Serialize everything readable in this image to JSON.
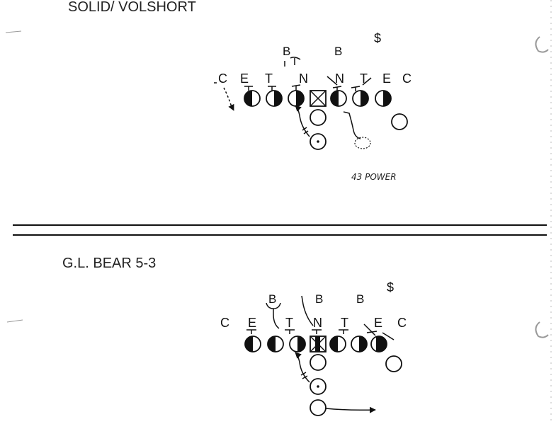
{
  "play_top": {
    "title": "SOLID/ VOLSHORT",
    "safety": "$",
    "backers": [
      "B",
      "B"
    ],
    "front": [
      "C",
      "E",
      "T",
      "N",
      "N",
      "T",
      "E",
      "C"
    ],
    "note": "43 POWER"
  },
  "play_bottom": {
    "title": "G.L. BEAR 5-3",
    "safety": "$",
    "backers": [
      "B",
      "B",
      "B"
    ],
    "front": [
      "C",
      "E",
      "T",
      "N",
      "T",
      "E",
      "C"
    ]
  }
}
